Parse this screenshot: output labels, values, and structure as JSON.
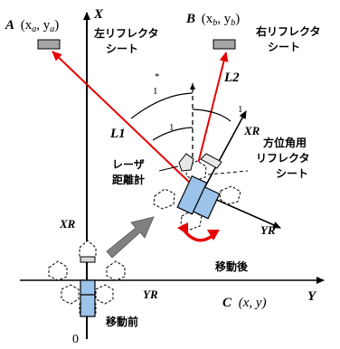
{
  "diagram": {
    "axes": {
      "x_label": "X",
      "y_label": "Y",
      "xr_left_label": "XR",
      "yr_left_label": "YR",
      "xr_right_label": "XR",
      "yr_right_label": "YR",
      "origin_label": "0"
    },
    "reflector_a": {
      "point_label": "A",
      "coord_text": "(x",
      "coord_sub1": "a",
      "coord_mid": ", y",
      "coord_sub2": "a",
      "coord_end": ")",
      "caption_line1": "左リフレクタ",
      "caption_line2": "シート"
    },
    "reflector_b": {
      "point_label": "B",
      "coord_text": "(x",
      "coord_sub1": "b",
      "coord_mid": ", y",
      "coord_sub2": "b",
      "coord_end": ")",
      "caption_line1": "右リフレクタ",
      "caption_line2": "シート"
    },
    "point_c": {
      "point_label": "C",
      "coord": "(x, y)"
    },
    "distances": {
      "l1": "L1",
      "l2": "L2"
    },
    "angles": {
      "angle1_symbol": "1",
      "angle1_star": "*",
      "angle2_symbol": "1",
      "angle3_symbol": "1"
    },
    "labels": {
      "laser_line1": "レーザ",
      "laser_line2": "距離計",
      "orient_line1": "方位角用",
      "orient_line2": "リフレクタ",
      "orient_line3": "シート",
      "after_move": "移動後",
      "before_move": "移動前"
    },
    "colors": {
      "laser_beam": "#e60000",
      "robot_body": "#9cc3ea",
      "rotation_arrow": "#e60000",
      "move_arrow": "#808080",
      "reflector": "#a6a6a6"
    }
  }
}
